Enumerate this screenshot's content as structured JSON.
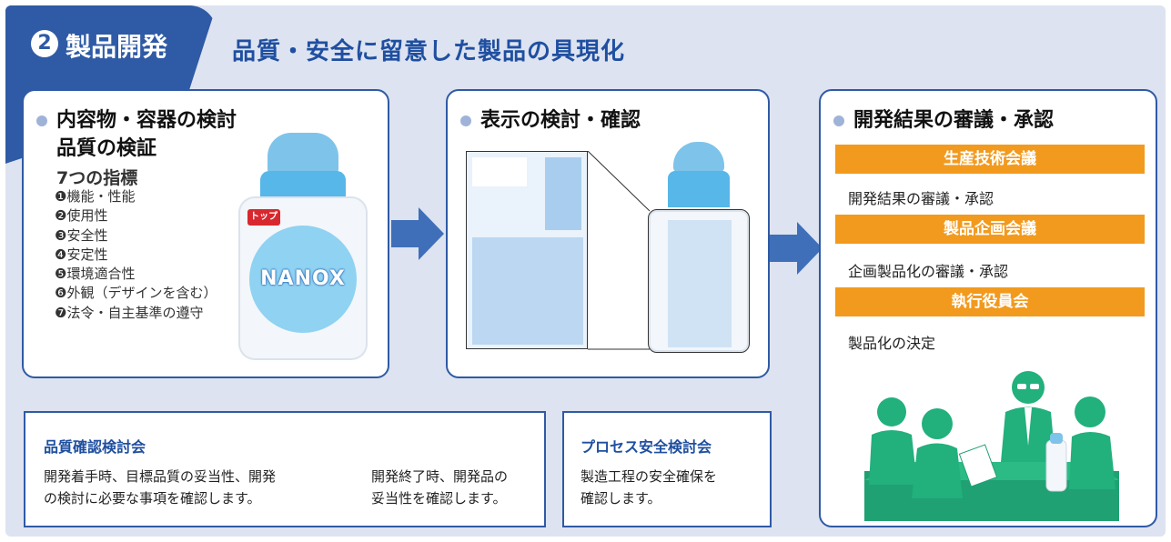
{
  "header": {
    "number": "2",
    "section_title": "製品開発",
    "headline": "品質・安全に留意した製品の具現化"
  },
  "panel1": {
    "title_line1": "内容物・容器の検討",
    "title_line2": "品質の検証",
    "indicators_title": "7つの指標",
    "items": [
      "❶機能・性能",
      "❷使用性",
      "❸安全性",
      "❹安定性",
      "❺環境適合性",
      "❻外観（デザインを含む）",
      "❼法令・自主基準の遵守"
    ],
    "product_logo": "トップ",
    "product_name": "NANOX"
  },
  "panel2": {
    "title": "表示の検討・確認"
  },
  "panel3": {
    "title": "開発結果の審議・承認",
    "meetings": [
      {
        "name": "生産技術会議",
        "desc": "開発結果の審議・承認"
      },
      {
        "name": "製品企画会議",
        "desc": "企画製品化の審議・承認"
      },
      {
        "name": "執行役員会",
        "desc": "製品化の決定"
      }
    ]
  },
  "box_quality": {
    "title": "品質確認検討会",
    "text1_line1": "開発着手時、目標品質の妥当性、開発",
    "text1_line2": "の検討に必要な事項を確認します。",
    "text2_line1": "開発終了時、開発品の",
    "text2_line2": "妥当性を確認します。"
  },
  "box_process": {
    "title": "プロセス安全検討会",
    "text_line1": "製造工程の安全確保を",
    "text_line2": "確認します。"
  },
  "colors": {
    "accent_blue": "#2f5aa5",
    "orange": "#f29a1e",
    "green": "#22b07d",
    "background": "#dde3f0"
  }
}
